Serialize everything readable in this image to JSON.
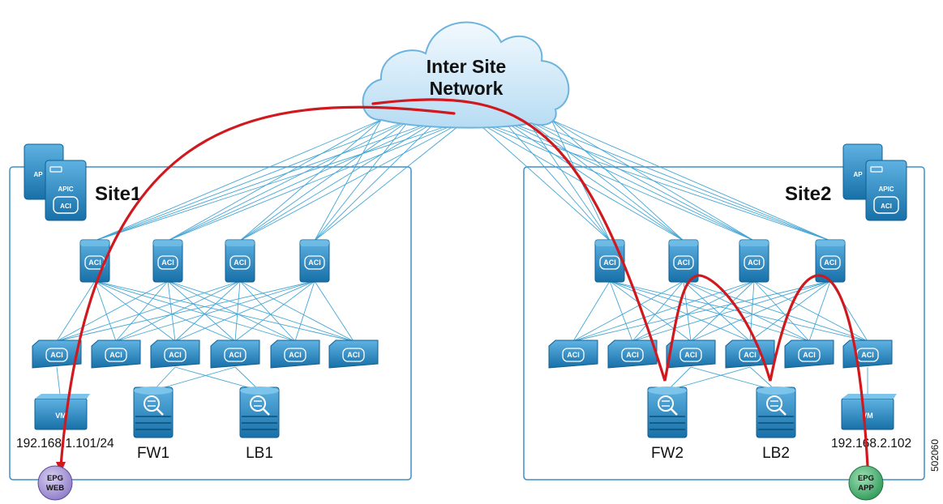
{
  "cloud": {
    "line1": "Inter Site",
    "line2": "Network"
  },
  "sites": [
    {
      "label": "Site1"
    },
    {
      "label": "Site2"
    }
  ],
  "apic": {
    "label": "APIC",
    "partial_label": "AP",
    "logo": "ACI"
  },
  "switch_logo": "ACI",
  "vm_label": "VM",
  "devices": {
    "fw1": "FW1",
    "lb1": "LB1",
    "fw2": "FW2",
    "lb2": "LB2"
  },
  "ips": {
    "site1_vm": "192.168.1.101/24",
    "site2_vm": "192.168.2.102"
  },
  "epgs": {
    "web": {
      "line1": "EPG",
      "line2": "WEB",
      "color": "#8e7bc7"
    },
    "app": {
      "line1": "EPG",
      "line2": "APP",
      "color": "#2e9a58"
    }
  },
  "figure_code": "502060",
  "colors": {
    "device_blue": "#1f86c1",
    "link_blue": "#45a6d4",
    "flow_red": "#d0191f",
    "box_border": "#3d8fc5"
  }
}
